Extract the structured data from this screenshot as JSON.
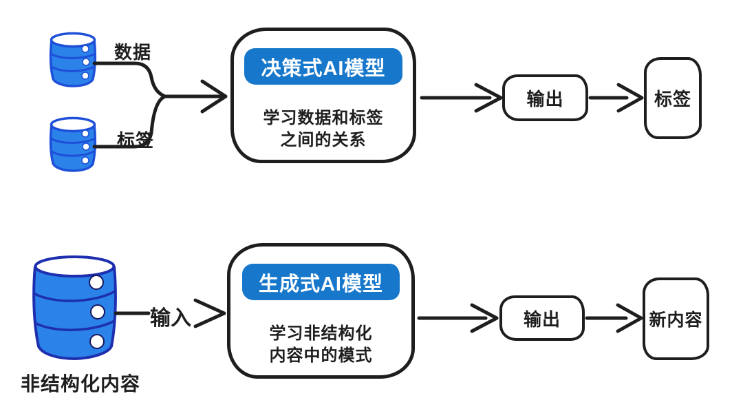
{
  "colors": {
    "badge_blue": "#1778cb",
    "cylinder_fill_blue": "#2b82e9",
    "cylinder_outline_blue": "#1d4fd8",
    "cylinder_outline_navy": "#1d2fae",
    "ink": "#1e1e1e",
    "background": "#ffffff"
  },
  "top_flow": {
    "data_label": "数据",
    "labels_label": "标签",
    "model": {
      "title": "决策式AI模型",
      "desc_line1": "学习数据和标签",
      "desc_line2": "之间的关系"
    },
    "output": "输出",
    "result": "标签"
  },
  "bottom_flow": {
    "source_label": "非结构化内容",
    "input_label": "输入",
    "model": {
      "title": "生成式AI模型",
      "desc_line1": "学习非结构化",
      "desc_line2": "内容中的模式"
    },
    "output": "输出",
    "result": "新内容"
  }
}
